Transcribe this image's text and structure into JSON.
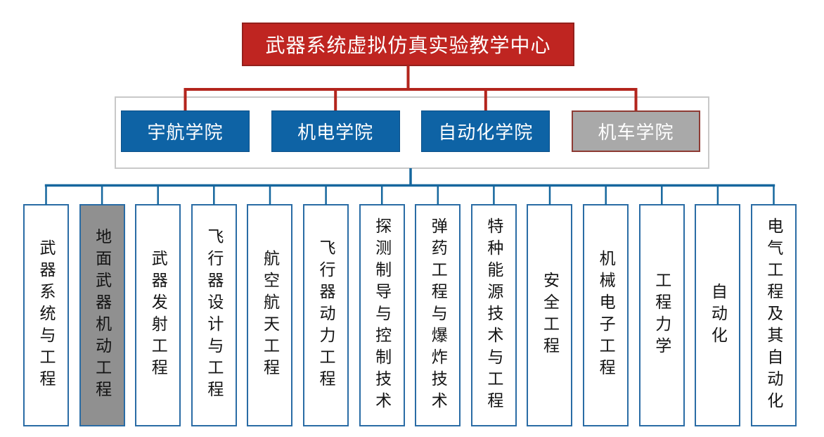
{
  "colors": {
    "red_fill": "#bf2521",
    "red_border": "#94201c",
    "red_line": "#b3251d",
    "blue_fill": "#0e63a5",
    "blue_border": "#0b4f87",
    "blue_line": "#16679e",
    "major_border": "#2a6ca5",
    "major_gray_fill": "#909090",
    "college_gray_fill": "#a9a9a9",
    "college_gray_border": "#8e3b34",
    "container_border": "#c9c9c9",
    "text_dark": "#141414"
  },
  "root": {
    "label": "武器系统虚拟仿真实验教学中心"
  },
  "colleges": [
    {
      "label": "宇航学院",
      "style": "blue"
    },
    {
      "label": "机电学院",
      "style": "blue"
    },
    {
      "label": "自动化学院",
      "style": "blue"
    },
    {
      "label": "机车学院",
      "style": "gray"
    }
  ],
  "majors": [
    {
      "label": "武器系统与工程",
      "highlighted": false
    },
    {
      "label": "地面武器机动工程",
      "highlighted": true
    },
    {
      "label": "武器发射工程",
      "highlighted": false
    },
    {
      "label": "飞行器设计与工程",
      "highlighted": false
    },
    {
      "label": "航空航天工程",
      "highlighted": false
    },
    {
      "label": "飞行器动力工程",
      "highlighted": false
    },
    {
      "label": "探测制导与控制技术",
      "highlighted": false
    },
    {
      "label": "弹药工程与爆炸技术",
      "highlighted": false
    },
    {
      "label": "特种能源技术与工程",
      "highlighted": false
    },
    {
      "label": "安全工程",
      "highlighted": false
    },
    {
      "label": "机械电子工程",
      "highlighted": false
    },
    {
      "label": "工程力学",
      "highlighted": false
    },
    {
      "label": "自动化",
      "highlighted": false
    },
    {
      "label": "电气工程及其自动化",
      "highlighted": false
    }
  ]
}
